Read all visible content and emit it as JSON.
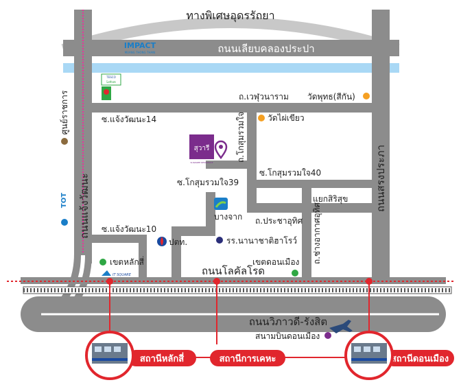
{
  "roads": {
    "expressway": "ทางพิเศษอุดรรัถยา",
    "liap_khlong_prapa": "ถนนเลียบคลองประปา",
    "chaeng_watthana": "ถนนแจ้งวัฒนะ",
    "songprapa": "ถนนสรงประภา",
    "lokkhan": "ถนนโลคัลโรด",
    "vibhavadi": "ถนนวิภาวดี-รังสิต",
    "soi_chaeng_14": "ซ.แจ้งวัฒนะ14",
    "soi_chaeng_10": "ซ.แจ้งวัฒนะ10",
    "we_phu": "ถ.เวฬุวนาราม",
    "khosum_tall": "ถ.โกสุมรวมใจ",
    "soi_khosum_39": "ซ.โกสุมรวมใจ39",
    "soi_khosum_40": "ซ.โกสุมรวมใจ40",
    "pracha_uthit": "ถ.ประชาอุทิศ",
    "chang_akat": "ถ.ช่างอากาศอุทิศ",
    "yaek": "แยกสิริสุข"
  },
  "places": {
    "impact": "IMPACT",
    "impact_sub": "MUANG THONG THANI",
    "tesco": "TESCO",
    "lotus": "Lotus",
    "wat_phut": "วัดพุทธ(สีกัน)",
    "wat_phai": "วัดไผ่เขียว",
    "logo": "สุวารี",
    "logo_sub": "SUWAREE RESIDENCE",
    "bangchak": "บางจาก",
    "ptt": "ปตท.",
    "school": "รร.นานาชาติฮาโรว์",
    "khet_laksi": "เขตหลักสี่",
    "khet_donmueang": "เขตดอนเมือง",
    "itsquare": "IT SQUARE",
    "airport": "สนามบินดอนเมือง",
    "tot": "TOT",
    "sun_ratchakan": "ศูนย์ราชการ"
  },
  "stations": {
    "laksi": "สถานีหลักสี่",
    "kankheha": "สถานีการเคหะ",
    "donmueang": "สถานีดอนเมือง"
  },
  "colors": {
    "road": "#8c8c8c",
    "road_light": "#b5b5b5",
    "canal": "#a9d8f5",
    "rail": "#e1262d",
    "purple": "#7b2c8c",
    "orange": "#f5a023",
    "green": "#2fa744",
    "blue": "#1a7ec8",
    "brown": "#8b6b3e",
    "navy": "#2b2f7a"
  }
}
